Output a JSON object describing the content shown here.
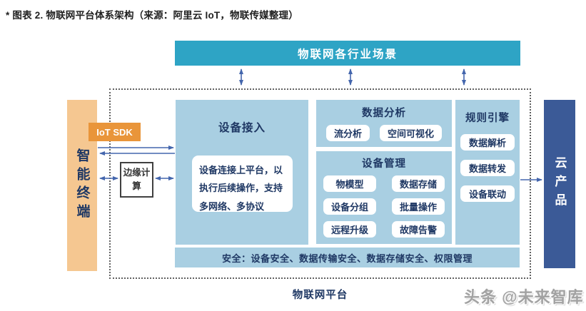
{
  "caption": "* 图表 2. 物联网平台体系架构（来源：阿里云 IoT，物联传媒整理）",
  "top_bar": {
    "label": "物联网各行业场景"
  },
  "left": {
    "terminal_label": "智能终端",
    "iot_sdk_label": "IoT SDK",
    "edge_label": "边缘计算"
  },
  "platform": {
    "device_access": {
      "title": "设备接入",
      "description": "设备连接上平台，以执行后续操作，支持多网络、多协议"
    },
    "data_analysis": {
      "title": "数据分析",
      "items": [
        "流分析",
        "空间可视化"
      ]
    },
    "device_management": {
      "title": "设备管理",
      "items": [
        "物模型",
        "数据存储",
        "设备分组",
        "批量操作",
        "远程升级",
        "故障告警"
      ]
    },
    "rule_engine": {
      "title": "规则引擎",
      "items": [
        "数据解析",
        "数据转发",
        "设备联动"
      ]
    },
    "security_label": "安全：设备安全、数据传输安全、数据存储安全、权限管理",
    "bottom_label": "物联网平台"
  },
  "right": {
    "cloud_label": "云产品"
  },
  "watermark": "头条 @未来智库",
  "colors": {
    "teal": "#2ea4c5",
    "light_blue": "#a9cfe2",
    "navy_text": "#1f3864",
    "orange_light": "#f5c791",
    "orange_dark": "#e9953a",
    "cloud_blue": "#3b5a97",
    "arrow_blue": "#4466ad"
  }
}
